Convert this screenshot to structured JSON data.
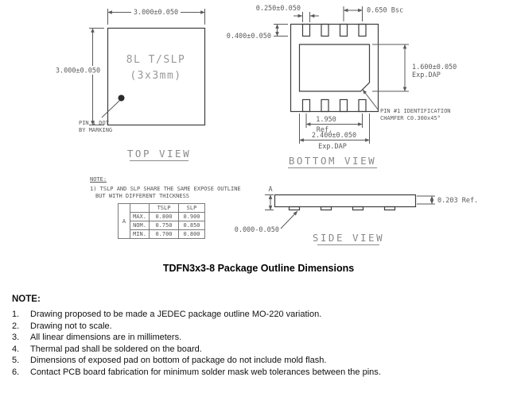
{
  "colors": {
    "outline": "#3d3d3d",
    "dimension_text": "#5a5a5a",
    "muted_label": "#8a8a8a",
    "body_text": "#111111",
    "background": "#ffffff"
  },
  "title": "TDFN3x3-8 Package Outline Dimensions",
  "top_view": {
    "label": "TOP VIEW",
    "width_dim": "3.000±0.050",
    "height_dim": "3.000±0.050",
    "package_type": "8L T/SLP",
    "package_size": "(3x3mm)",
    "pin1_note_line1": "PIN 1 DOT",
    "pin1_note_line2": "BY MARKING"
  },
  "bottom_view": {
    "label": "BOTTOM VIEW",
    "pin_width_dim": "0.250±0.050",
    "pin_pitch_dim": "0.650 Bsc",
    "pin_length_dim": "0.400±0.050",
    "dap_height_dim": "1.600±0.050",
    "dap_height_sub": "Exp.DAP",
    "pin_span_dim": "1.950",
    "pin_span_sub": "Ref.",
    "dap_width_dim": "2.400±0.050",
    "dap_width_sub": "Exp.DAP",
    "chamfer_note_line1": "PIN #1 IDENTIFICATION",
    "chamfer_note_line2": "CHAMFER C0.300x45°"
  },
  "side_view": {
    "label": "SIDE VIEW",
    "height_ref": "A",
    "standoff_dim": "0.000-0.050",
    "lead_thickness_dim": "0.203 Ref."
  },
  "thickness_note": {
    "heading": "NOTE:",
    "line1": "1) TSLP AND SLP SHARE THE SAME EXPOSE OUTLINE",
    "line2": "BUT WITH DIFFERENT THICKNESS",
    "table": {
      "dimension_label": "A",
      "columns": [
        "TSLP",
        "SLP"
      ],
      "rows": [
        {
          "label": "MAX.",
          "tslp": "0.800",
          "slp": "0.900"
        },
        {
          "label": "NOM.",
          "tslp": "0.750",
          "slp": "0.850"
        },
        {
          "label": "MIN.",
          "tslp": "0.700",
          "slp": "0.800"
        }
      ]
    }
  },
  "footer_notes": {
    "heading": "NOTE:",
    "items": [
      {
        "num": "1.",
        "text": "Drawing proposed to be made a JEDEC package outline MO-220 variation."
      },
      {
        "num": "2.",
        "text": "Drawing not to scale."
      },
      {
        "num": "3.",
        "text": "All linear dimensions are in millimeters."
      },
      {
        "num": "4.",
        "text": "Thermal pad shall be soldered on the board."
      },
      {
        "num": "5.",
        "text": "Dimensions of exposed pad on bottom of package do not include mold flash."
      },
      {
        "num": "6.",
        "text": "Contact PCB board fabrication for minimum solder mask web tolerances between the pins."
      }
    ]
  }
}
